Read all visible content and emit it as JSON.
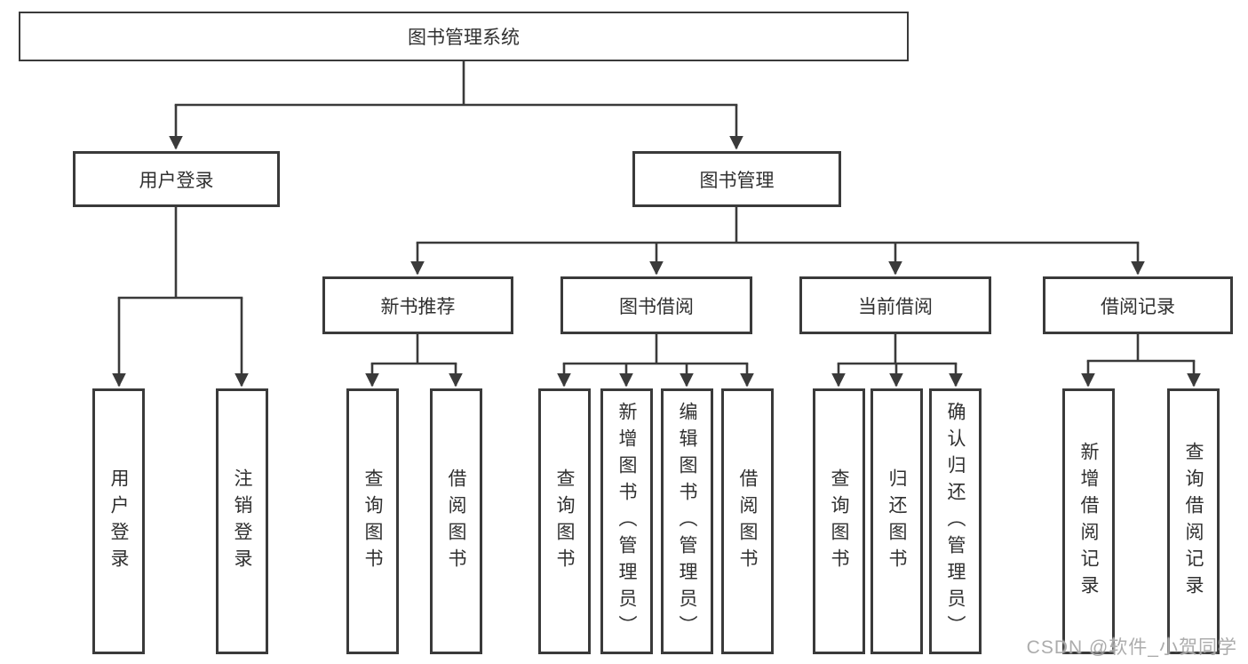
{
  "root": {
    "label": "图书管理系统"
  },
  "branches": [
    {
      "label": "用户登录",
      "children": [
        {
          "label": "用户登录"
        },
        {
          "label": "注销登录"
        }
      ]
    },
    {
      "label": "图书管理",
      "children": [
        {
          "label": "新书推荐",
          "children": [
            {
              "label": "查询图书"
            },
            {
              "label": "借阅图书"
            }
          ]
        },
        {
          "label": "图书借阅",
          "children": [
            {
              "label": "查询图书"
            },
            {
              "label": "新增图书（管理员）"
            },
            {
              "label": "编辑图书（管理员）"
            },
            {
              "label": "借阅图书"
            }
          ]
        },
        {
          "label": "当前借阅",
          "children": [
            {
              "label": "查询图书"
            },
            {
              "label": "归还图书"
            },
            {
              "label": "确认归还（管理员）"
            }
          ]
        },
        {
          "label": "借阅记录",
          "children": [
            {
              "label": "新增借阅记录"
            },
            {
              "label": "查询借阅记录"
            }
          ]
        }
      ]
    }
  ],
  "watermark": {
    "text": "CSDN @软件_小贺同学"
  },
  "colors": {
    "line": "#3a3a3a",
    "box_border": "#3a3a3a",
    "text": "#303030",
    "watermark": "#a5a5a5",
    "background": "#ffffff"
  }
}
